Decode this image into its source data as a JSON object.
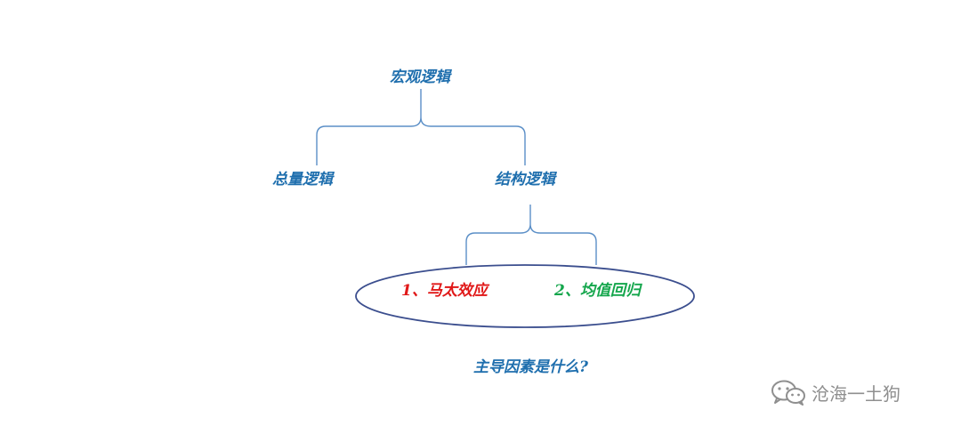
{
  "diagram": {
    "root": "宏观逻辑",
    "level2": [
      "总量逻辑",
      "结构逻辑"
    ],
    "level3": [
      {
        "text": "1、马太效应",
        "color": "#e01818"
      },
      {
        "text": "2、均值回归",
        "color": "#14a64c"
      }
    ],
    "question": "主导因素是什么?",
    "colors": {
      "text": "#1f6fae",
      "bracket": "#5b8fc7",
      "ellipse": "#3b4e8e"
    }
  },
  "watermark": {
    "icon": "wechat-icon",
    "text": "沧海一土狗"
  }
}
